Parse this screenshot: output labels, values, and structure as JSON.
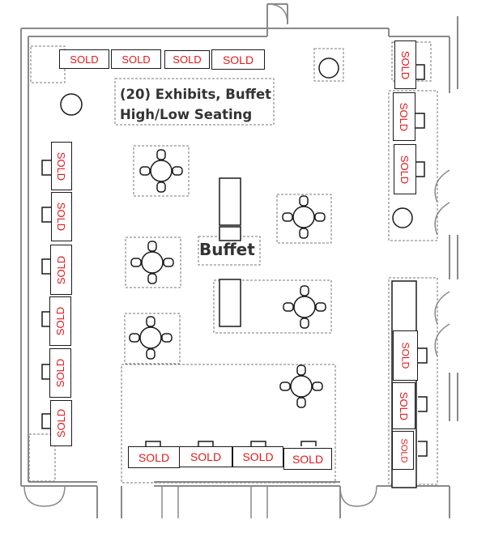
{
  "labels": {
    "exhibits_line1": "(20) Exhibits, Buffet",
    "exhibits_line2": "High/Low Seating",
    "buffet": "Buffet"
  },
  "booths": {
    "sold_label": "SOLD"
  },
  "colors": {
    "sold_text": "#e01a1a",
    "walls": "#888888",
    "dashed": "#777777",
    "furniture": "#1a1a1a"
  },
  "icons": [
    "round-table-icon",
    "chair-icon",
    "door-icon",
    "column-icon",
    "buffet-table-icon"
  ]
}
